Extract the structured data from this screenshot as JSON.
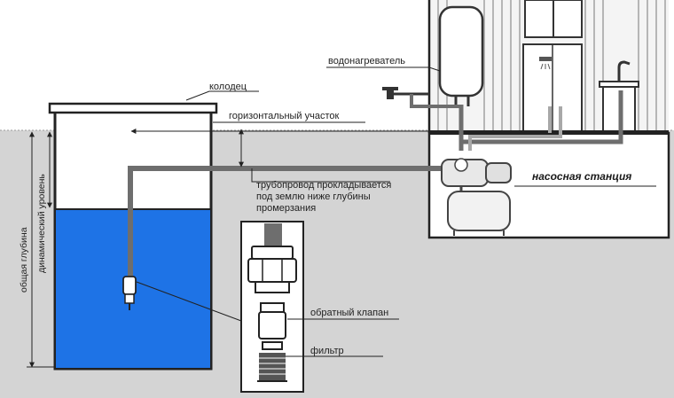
{
  "labels": {
    "well": "колодец",
    "horizontal_section": "горизонтальный участок",
    "water_heater": "водонагреватель",
    "pipeline_line1": "трубопровод прокладывается",
    "pipeline_line2": "под землю ниже глубины",
    "pipeline_line3": "промерзания",
    "pump_station": "насосная станция",
    "check_valve": "обратный клапан",
    "filter": "фильтр",
    "total_depth": "общая глубина",
    "dynamic_level": "динамический уровень"
  },
  "colors": {
    "water": "#1e73e6",
    "ground": "#d4d4d4",
    "pipe": "#6e6e6e",
    "pipe_light": "#a8a8a8",
    "outline": "#222222"
  }
}
